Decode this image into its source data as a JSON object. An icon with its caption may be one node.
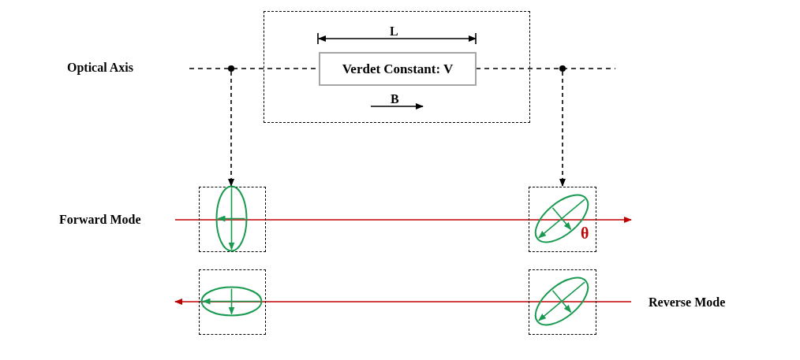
{
  "diagram": {
    "nodes": [
      {
        "text": [],
        "shape": "box"
      },
      {
        "text": [
          "Verdet Constant: V"
        ],
        "in": 0
      },
      {
        "text": [],
        "shape": "circle"
      },
      {
        "text": [],
        "shape": "circle"
      },
      {
        "text": [],
        "shape": "box"
      },
      {
        "text": [],
        "shape": "box"
      },
      {
        "text": [],
        "shape": "box"
      },
      {
        "text": [],
        "shape": "box"
      }
    ],
    "edges": [
      {
        "from": 2,
        "to": 4,
        "arrow": "to",
        "style": "dashed"
      },
      {
        "from": 3,
        "to": 5,
        "arrow": "to",
        "style": "dashed"
      }
    ],
    "labels": [
      "L",
      "Optical Axis",
      "B",
      "Forward Mode",
      "θ",
      "Reverse Mode"
    ]
  }
}
